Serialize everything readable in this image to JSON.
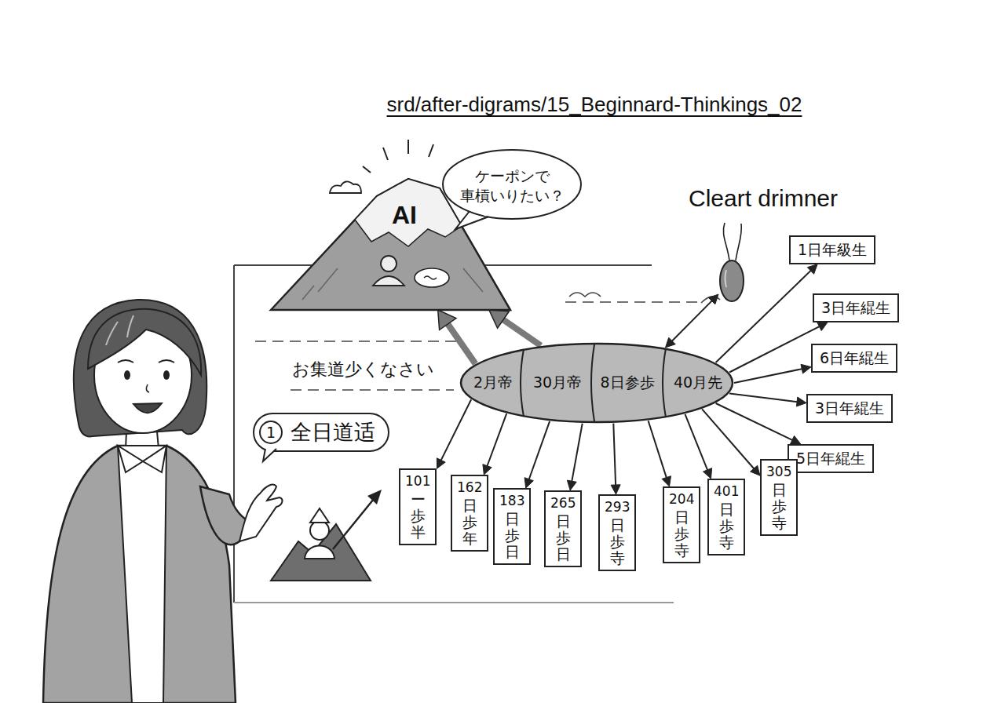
{
  "diagram": {
    "title": "srd/after-digrams/15_Beginnard-Thinkings_02",
    "nodes": [
      {
        "text": [
          "AI"
        ]
      },
      {
        "text": [
          "ケーポンで 車槓いりたい？"
        ]
      },
      {
        "text": [
          "Cleart drimner"
        ]
      },
      {
        "text": [
          "2月帝",
          "30月帝",
          "8日参歩",
          "40月先"
        ]
      },
      {
        "text": [
          "1日年級生"
        ]
      },
      {
        "text": [
          "3日年緄生"
        ]
      },
      {
        "text": [
          "6日年緄生"
        ]
      },
      {
        "text": [
          "3日年緄生"
        ]
      },
      {
        "text": [
          "5日年緄生"
        ]
      },
      {
        "text": [
          "101",
          "ー歩半"
        ]
      },
      {
        "text": [
          "162",
          "日歩年"
        ]
      },
      {
        "text": [
          "183",
          "日歩日"
        ]
      },
      {
        "text": [
          "265",
          "日歩日"
        ]
      },
      {
        "text": [
          "293",
          "日歩寺"
        ]
      },
      {
        "text": [
          "204",
          "日歩寺"
        ]
      },
      {
        "text": [
          "401",
          "日歩寺"
        ]
      },
      {
        "text": [
          "305",
          "日歩寺"
        ]
      },
      {
        "text": [
          "1",
          "全日道适"
        ]
      }
    ],
    "edges": [
      {
        "from": 3,
        "to": 0,
        "arrow": "to"
      },
      {
        "from": 3,
        "to": 0,
        "arrow": "to"
      },
      {
        "from": 3,
        "to": 2,
        "arrow": "both"
      },
      {
        "from": 3,
        "to": 4,
        "arrow": "to"
      },
      {
        "from": 3,
        "to": 5,
        "arrow": "to"
      },
      {
        "from": 3,
        "to": 6,
        "arrow": "to"
      },
      {
        "from": 3,
        "to": 7,
        "arrow": "to"
      },
      {
        "from": 3,
        "to": 8,
        "arrow": "to"
      },
      {
        "from": 3,
        "to": 9,
        "arrow": "to"
      },
      {
        "from": 3,
        "to": 10,
        "arrow": "to"
      },
      {
        "from": 3,
        "to": 11,
        "arrow": "to"
      },
      {
        "from": 3,
        "to": 12,
        "arrow": "to"
      },
      {
        "from": 3,
        "to": 13,
        "arrow": "to"
      },
      {
        "from": 3,
        "to": 14,
        "arrow": "to"
      },
      {
        "from": 3,
        "to": 15,
        "arrow": "to"
      },
      {
        "from": 3,
        "to": 16,
        "arrow": "to"
      }
    ],
    "labels": [
      "お集道少くなさい"
    ]
  }
}
